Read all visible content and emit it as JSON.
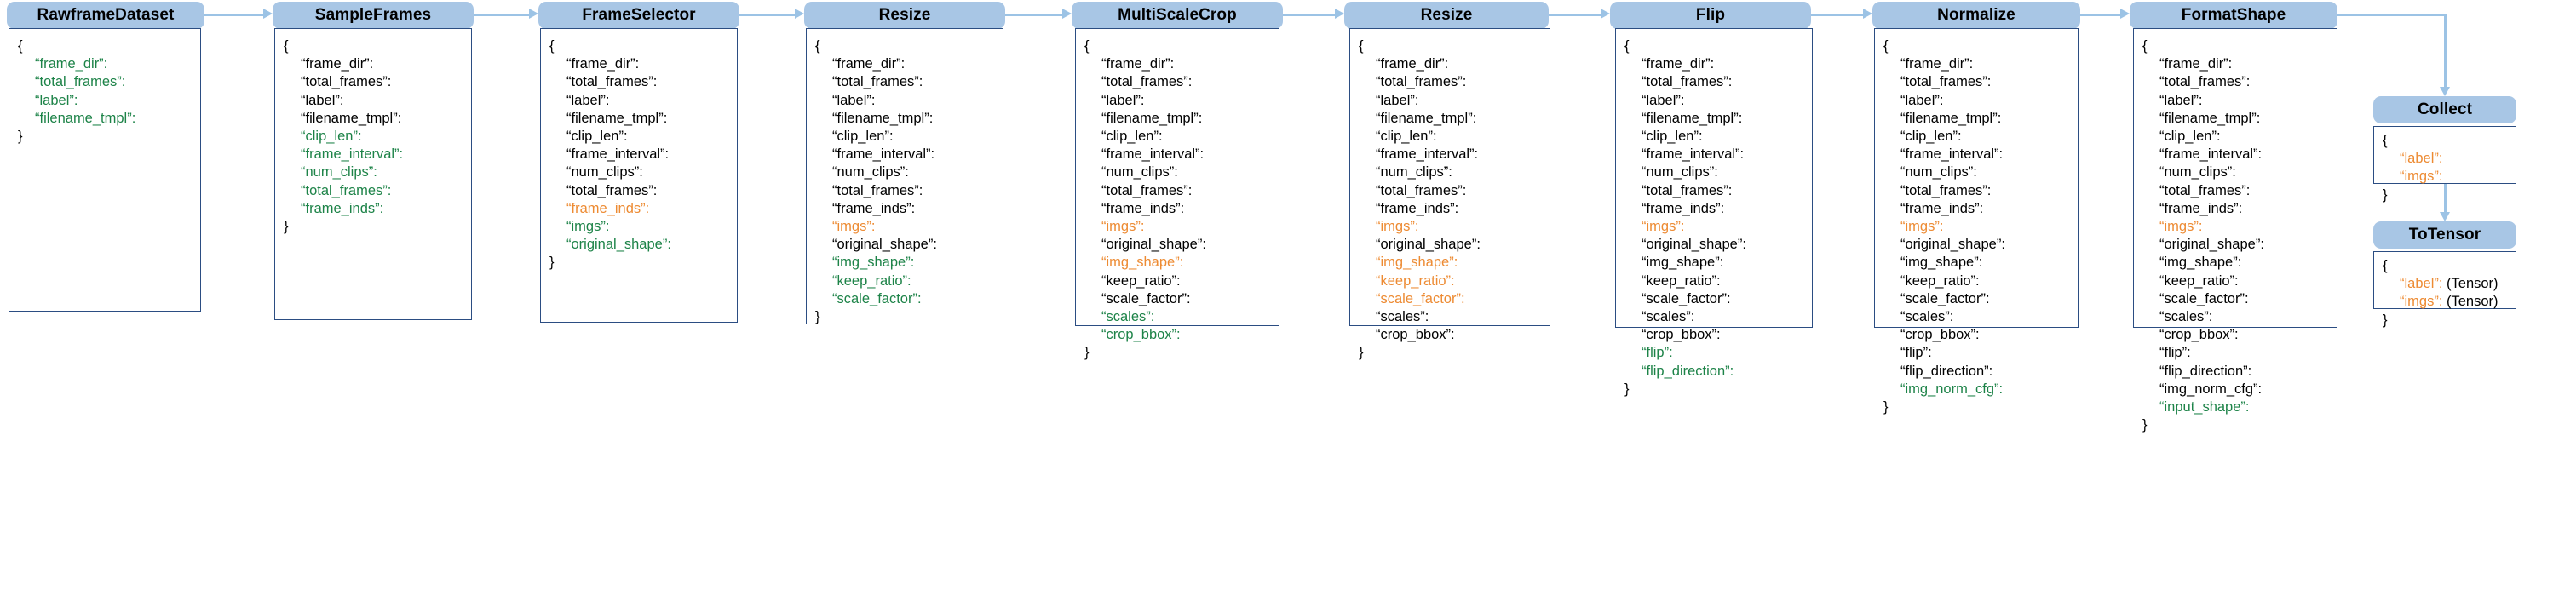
{
  "diagram": {
    "title": "Data pipeline dict key propagation",
    "colors": {
      "pill_fill": "#a8c6e5",
      "box_border": "#2b4d82",
      "arrow": "#9cc3e5",
      "key_new": "#1d8348",
      "key_modified": "#ed8b33",
      "key_unchanged": "#000000"
    },
    "open_brace": "{",
    "close_brace": "}",
    "tensor_note": "(Tensor)"
  },
  "stages": [
    {
      "name": "RawframeDataset",
      "keys": [
        {
          "text": "“frame_dir”:",
          "state": "new"
        },
        {
          "text": "“total_frames”:",
          "state": "new"
        },
        {
          "text": "“label”:",
          "state": "new"
        },
        {
          "text": "“filename_tmpl”:",
          "state": "new"
        }
      ]
    },
    {
      "name": "SampleFrames",
      "keys": [
        {
          "text": "“frame_dir”:",
          "state": "unchanged"
        },
        {
          "text": "“total_frames”:",
          "state": "unchanged"
        },
        {
          "text": "“label”:",
          "state": "unchanged"
        },
        {
          "text": "“filename_tmpl”:",
          "state": "unchanged"
        },
        {
          "text": "“clip_len”:",
          "state": "new"
        },
        {
          "text": "“frame_interval”:",
          "state": "new"
        },
        {
          "text": "“num_clips”:",
          "state": "new"
        },
        {
          "text": "“total_frames”:",
          "state": "new"
        },
        {
          "text": "“frame_inds”:",
          "state": "new"
        }
      ]
    },
    {
      "name": "FrameSelector",
      "keys": [
        {
          "text": "“frame_dir”:",
          "state": "unchanged"
        },
        {
          "text": "“total_frames”:",
          "state": "unchanged"
        },
        {
          "text": "“label”:",
          "state": "unchanged"
        },
        {
          "text": "“filename_tmpl”:",
          "state": "unchanged"
        },
        {
          "text": "“clip_len”:",
          "state": "unchanged"
        },
        {
          "text": "“frame_interval”:",
          "state": "unchanged"
        },
        {
          "text": "“num_clips”:",
          "state": "unchanged"
        },
        {
          "text": "“total_frames”:",
          "state": "unchanged"
        },
        {
          "text": "“frame_inds”:",
          "state": "modified"
        },
        {
          "text": "“imgs”:",
          "state": "new"
        },
        {
          "text": "“original_shape”:",
          "state": "new"
        }
      ]
    },
    {
      "name": "Resize",
      "keys": [
        {
          "text": "“frame_dir”:",
          "state": "unchanged"
        },
        {
          "text": "“total_frames”:",
          "state": "unchanged"
        },
        {
          "text": "“label”:",
          "state": "unchanged"
        },
        {
          "text": "“filename_tmpl”:",
          "state": "unchanged"
        },
        {
          "text": "“clip_len”:",
          "state": "unchanged"
        },
        {
          "text": "“frame_interval”:",
          "state": "unchanged"
        },
        {
          "text": "“num_clips”:",
          "state": "unchanged"
        },
        {
          "text": "“total_frames”:",
          "state": "unchanged"
        },
        {
          "text": "“frame_inds”:",
          "state": "unchanged"
        },
        {
          "text": "“imgs”:",
          "state": "modified"
        },
        {
          "text": "“original_shape”:",
          "state": "unchanged"
        },
        {
          "text": "“img_shape”:",
          "state": "new"
        },
        {
          "text": "“keep_ratio”:",
          "state": "new"
        },
        {
          "text": "“scale_factor”:",
          "state": "new"
        }
      ]
    },
    {
      "name": "MultiScaleCrop",
      "keys": [
        {
          "text": "“frame_dir”:",
          "state": "unchanged"
        },
        {
          "text": "“total_frames”:",
          "state": "unchanged"
        },
        {
          "text": "“label”:",
          "state": "unchanged"
        },
        {
          "text": "“filename_tmpl”:",
          "state": "unchanged"
        },
        {
          "text": "“clip_len”:",
          "state": "unchanged"
        },
        {
          "text": "“frame_interval”:",
          "state": "unchanged"
        },
        {
          "text": "“num_clips”:",
          "state": "unchanged"
        },
        {
          "text": "“total_frames”:",
          "state": "unchanged"
        },
        {
          "text": "“frame_inds”:",
          "state": "unchanged"
        },
        {
          "text": "“imgs”:",
          "state": "modified"
        },
        {
          "text": "“original_shape”:",
          "state": "unchanged"
        },
        {
          "text": "“img_shape”:",
          "state": "modified"
        },
        {
          "text": "“keep_ratio”:",
          "state": "unchanged"
        },
        {
          "text": "“scale_factor”:",
          "state": "unchanged"
        },
        {
          "text": "“scales”:",
          "state": "new"
        },
        {
          "text": "“crop_bbox”:",
          "state": "new"
        }
      ]
    },
    {
      "name": "Resize",
      "keys": [
        {
          "text": "“frame_dir”:",
          "state": "unchanged"
        },
        {
          "text": "“total_frames”:",
          "state": "unchanged"
        },
        {
          "text": "“label”:",
          "state": "unchanged"
        },
        {
          "text": "“filename_tmpl”:",
          "state": "unchanged"
        },
        {
          "text": "“clip_len”:",
          "state": "unchanged"
        },
        {
          "text": "“frame_interval”:",
          "state": "unchanged"
        },
        {
          "text": "“num_clips”:",
          "state": "unchanged"
        },
        {
          "text": "“total_frames”:",
          "state": "unchanged"
        },
        {
          "text": "“frame_inds”:",
          "state": "unchanged"
        },
        {
          "text": "“imgs”:",
          "state": "modified"
        },
        {
          "text": "“original_shape”:",
          "state": "unchanged"
        },
        {
          "text": "“img_shape”:",
          "state": "modified"
        },
        {
          "text": "“keep_ratio”:",
          "state": "modified"
        },
        {
          "text": "“scale_factor”:",
          "state": "modified"
        },
        {
          "text": "“scales”:",
          "state": "unchanged"
        },
        {
          "text": "“crop_bbox”:",
          "state": "unchanged"
        }
      ]
    },
    {
      "name": "Flip",
      "keys": [
        {
          "text": "“frame_dir”:",
          "state": "unchanged"
        },
        {
          "text": "“total_frames”:",
          "state": "unchanged"
        },
        {
          "text": "“label”:",
          "state": "unchanged"
        },
        {
          "text": "“filename_tmpl”:",
          "state": "unchanged"
        },
        {
          "text": "“clip_len”:",
          "state": "unchanged"
        },
        {
          "text": "“frame_interval”:",
          "state": "unchanged"
        },
        {
          "text": "“num_clips”:",
          "state": "unchanged"
        },
        {
          "text": "“total_frames”:",
          "state": "unchanged"
        },
        {
          "text": "“frame_inds”:",
          "state": "unchanged"
        },
        {
          "text": "“imgs”:",
          "state": "modified"
        },
        {
          "text": "“original_shape”:",
          "state": "unchanged"
        },
        {
          "text": "“img_shape”:",
          "state": "unchanged"
        },
        {
          "text": "“keep_ratio”:",
          "state": "unchanged"
        },
        {
          "text": "“scale_factor”:",
          "state": "unchanged"
        },
        {
          "text": "“scales”:",
          "state": "unchanged"
        },
        {
          "text": "“crop_bbox”:",
          "state": "unchanged"
        },
        {
          "text": "“flip”:",
          "state": "new"
        },
        {
          "text": "“flip_direction”:",
          "state": "new"
        }
      ]
    },
    {
      "name": "Normalize",
      "keys": [
        {
          "text": "“frame_dir”:",
          "state": "unchanged"
        },
        {
          "text": "“total_frames”:",
          "state": "unchanged"
        },
        {
          "text": "“label”:",
          "state": "unchanged"
        },
        {
          "text": "“filename_tmpl”:",
          "state": "unchanged"
        },
        {
          "text": "“clip_len”:",
          "state": "unchanged"
        },
        {
          "text": "“frame_interval”:",
          "state": "unchanged"
        },
        {
          "text": "“num_clips”:",
          "state": "unchanged"
        },
        {
          "text": "“total_frames”:",
          "state": "unchanged"
        },
        {
          "text": "“frame_inds”:",
          "state": "unchanged"
        },
        {
          "text": "“imgs”:",
          "state": "modified"
        },
        {
          "text": "“original_shape”:",
          "state": "unchanged"
        },
        {
          "text": "“img_shape”:",
          "state": "unchanged"
        },
        {
          "text": "“keep_ratio”:",
          "state": "unchanged"
        },
        {
          "text": "“scale_factor”:",
          "state": "unchanged"
        },
        {
          "text": "“scales”:",
          "state": "unchanged"
        },
        {
          "text": "“crop_bbox”:",
          "state": "unchanged"
        },
        {
          "text": "“flip”:",
          "state": "unchanged"
        },
        {
          "text": "“flip_direction”:",
          "state": "unchanged"
        },
        {
          "text": "“img_norm_cfg”:",
          "state": "new"
        }
      ]
    },
    {
      "name": "FormatShape",
      "keys": [
        {
          "text": "“frame_dir”:",
          "state": "unchanged"
        },
        {
          "text": "“total_frames”:",
          "state": "unchanged"
        },
        {
          "text": "“label”:",
          "state": "unchanged"
        },
        {
          "text": "“filename_tmpl”:",
          "state": "unchanged"
        },
        {
          "text": "“clip_len”:",
          "state": "unchanged"
        },
        {
          "text": "“frame_interval”:",
          "state": "unchanged"
        },
        {
          "text": "“num_clips”:",
          "state": "unchanged"
        },
        {
          "text": "“total_frames”:",
          "state": "unchanged"
        },
        {
          "text": "“frame_inds”:",
          "state": "unchanged"
        },
        {
          "text": "“imgs”:",
          "state": "modified"
        },
        {
          "text": "“original_shape”:",
          "state": "unchanged"
        },
        {
          "text": "“img_shape”:",
          "state": "unchanged"
        },
        {
          "text": "“keep_ratio”:",
          "state": "unchanged"
        },
        {
          "text": "“scale_factor”:",
          "state": "unchanged"
        },
        {
          "text": "“scales”:",
          "state": "unchanged"
        },
        {
          "text": "“crop_bbox”:",
          "state": "unchanged"
        },
        {
          "text": "“flip”:",
          "state": "unchanged"
        },
        {
          "text": "“flip_direction”:",
          "state": "unchanged"
        },
        {
          "text": "“img_norm_cfg”:",
          "state": "unchanged"
        },
        {
          "text": "“input_shape”:",
          "state": "new"
        }
      ]
    }
  ],
  "side_stages": [
    {
      "name": "Collect",
      "keys": [
        {
          "text": "“label”:",
          "state": "modified",
          "suffix": ""
        },
        {
          "text": "“imgs”:",
          "state": "modified",
          "suffix": ""
        }
      ]
    },
    {
      "name": "ToTensor",
      "keys": [
        {
          "text": "“label”:",
          "state": "modified",
          "suffix": " (Tensor)"
        },
        {
          "text": "“imgs”:",
          "state": "modified",
          "suffix": " (Tensor)"
        }
      ]
    }
  ]
}
